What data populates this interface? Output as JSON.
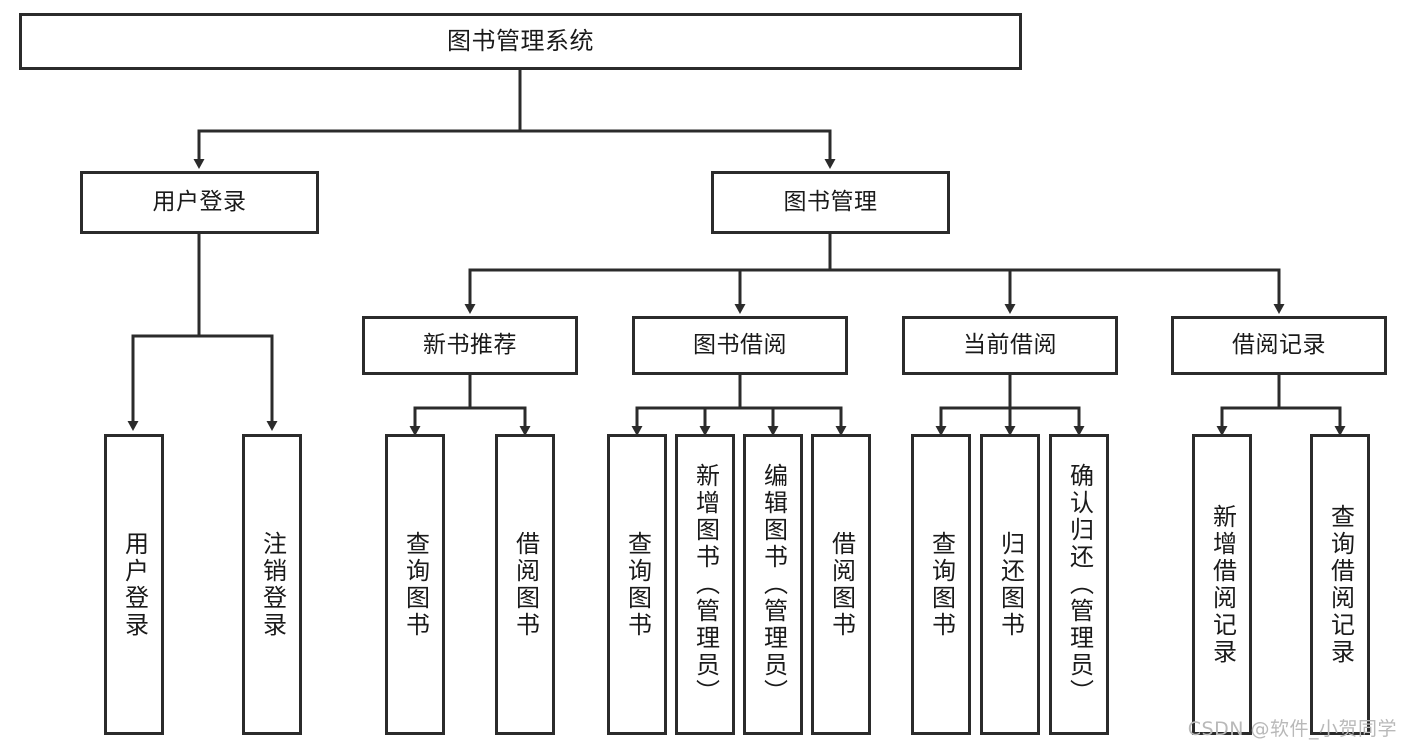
{
  "diagram": {
    "title": "图书管理系统",
    "watermark": "CSDN @软件_小贺同学",
    "colors": {
      "box_border": "#2b2b2b",
      "box_fill": "#ffffff",
      "text": "#1a1a1a",
      "edge": "#2b2b2b",
      "watermark": "#b9b9b9",
      "background": "#ffffff"
    },
    "root": {
      "label": "图书管理系统"
    },
    "level2": [
      {
        "id": "user-login",
        "label": "用户登录"
      },
      {
        "id": "book-manage",
        "label": "图书管理"
      }
    ],
    "level3": [
      {
        "id": "new-book-recommend",
        "label": "新书推荐"
      },
      {
        "id": "book-borrow",
        "label": "图书借阅"
      },
      {
        "id": "current-borrow",
        "label": "当前借阅"
      },
      {
        "id": "borrow-record",
        "label": "借阅记录"
      }
    ],
    "leaves": {
      "user_login": [
        {
          "id": "leaf-user-login",
          "label": "用户登录"
        },
        {
          "id": "leaf-logout-login",
          "label": "注销登录"
        }
      ],
      "new_book_recommend": [
        {
          "id": "leaf-query-book-1",
          "label": "查询图书"
        },
        {
          "id": "leaf-borrow-book-1",
          "label": "借阅图书"
        }
      ],
      "book_borrow": [
        {
          "id": "leaf-query-book-2",
          "label": "查询图书"
        },
        {
          "id": "leaf-add-book",
          "label": "新增图书（管理员）"
        },
        {
          "id": "leaf-edit-book",
          "label": "编辑图书（管理员）"
        },
        {
          "id": "leaf-borrow-book-2",
          "label": "借阅图书"
        }
      ],
      "current_borrow": [
        {
          "id": "leaf-query-book-3",
          "label": "查询图书"
        },
        {
          "id": "leaf-return-book",
          "label": "归还图书"
        },
        {
          "id": "leaf-confirm-return",
          "label": "确认归还（管理员）"
        }
      ],
      "borrow_record": [
        {
          "id": "leaf-add-record",
          "label": "新增借阅记录"
        },
        {
          "id": "leaf-query-record",
          "label": "查询借阅记录"
        }
      ]
    }
  }
}
